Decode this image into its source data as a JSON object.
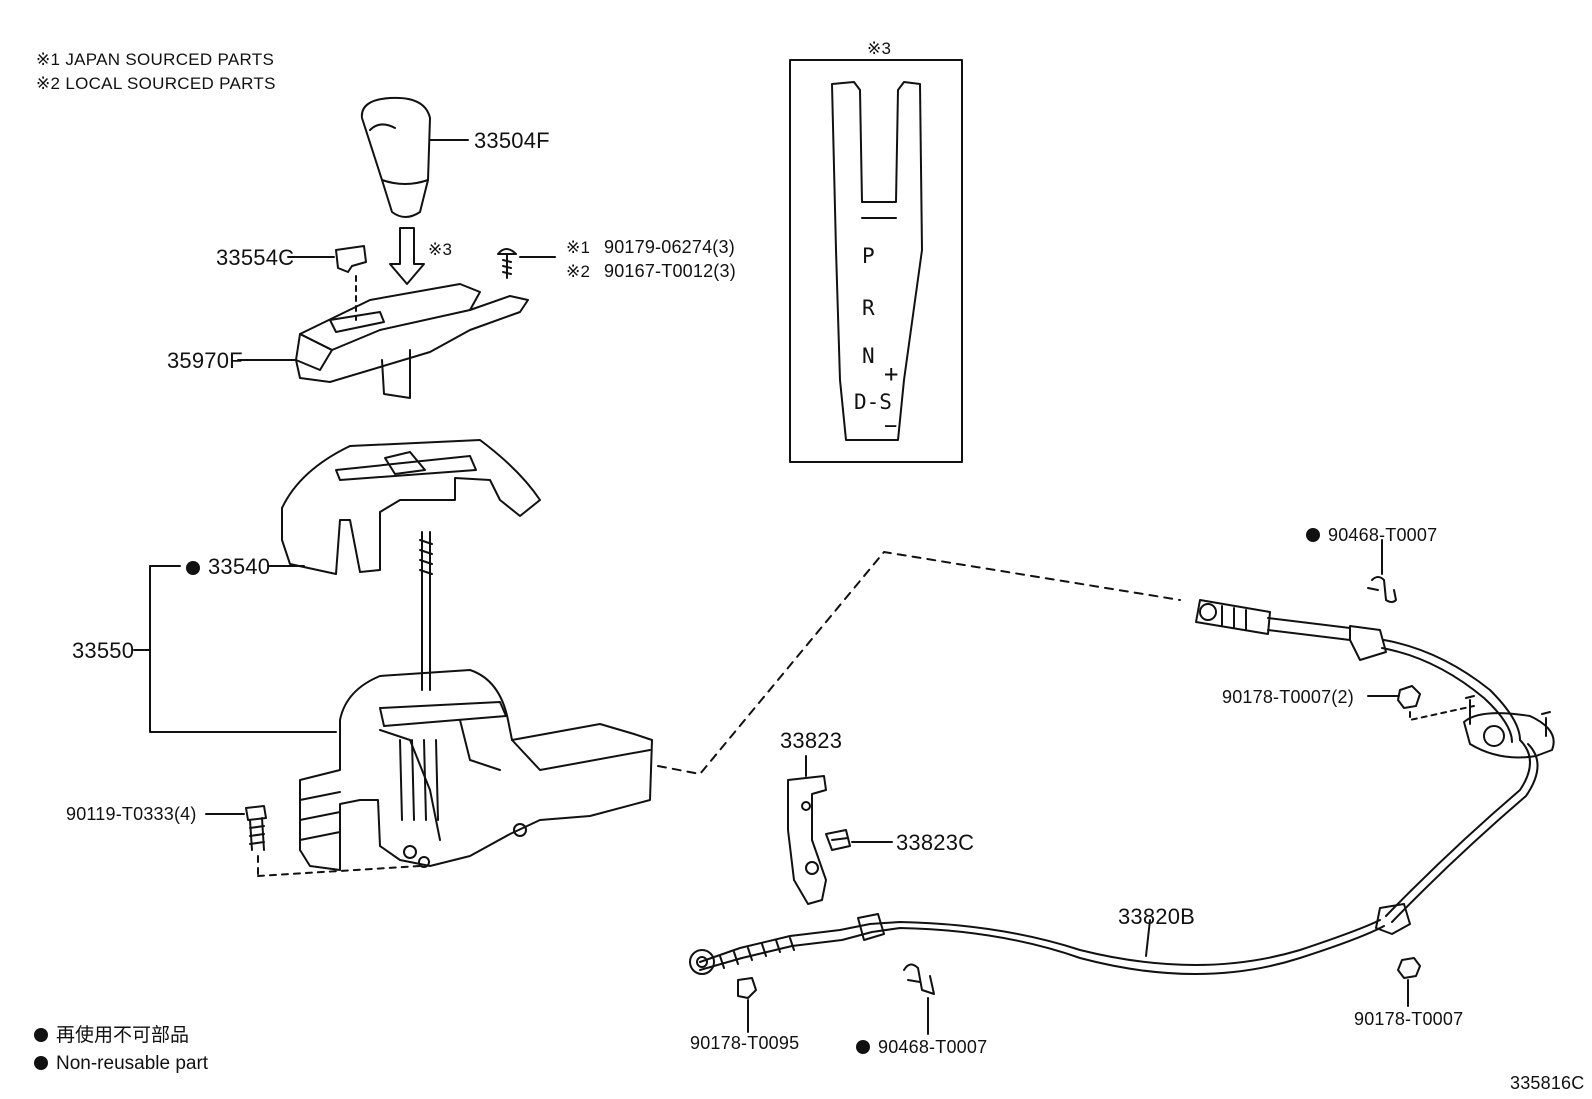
{
  "notes": {
    "note1": "※1 JAPAN SOURCED PARTS",
    "note2": "※2 LOCAL SOURCED PARTS"
  },
  "inset": {
    "mark": "※3",
    "positions": [
      "P",
      "R",
      "N",
      "D-S"
    ],
    "plus": "+",
    "minus": "−"
  },
  "arrow_mark": "※3",
  "parts": {
    "p33504F": "33504F",
    "p33554C": "33554C",
    "p90179": "90179-06274(3)",
    "p90167": "90167-T0012(3)",
    "p90179_mark": "※1",
    "p90167_mark": "※2",
    "p35970F": "35970F",
    "p33540": "33540",
    "p33550": "33550",
    "p90119": "90119-T0333(4)",
    "p33823": "33823",
    "p33823C": "33823C",
    "p33820B": "33820B",
    "p90468_top": "90468-T0007",
    "p90178_2": "90178-T0007(2)",
    "p90178_right": "90178-T0007",
    "p90178_T0095": "90178-T0095",
    "p90468_bottom": "90468-T0007"
  },
  "legend": {
    "jp": "再使用不可部品",
    "en": "Non-reusable part"
  },
  "figure_id": "335816C"
}
